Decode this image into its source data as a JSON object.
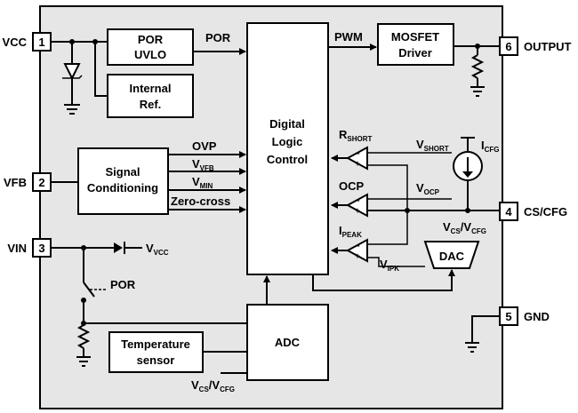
{
  "pins": {
    "p1": {
      "num": "1",
      "name": "VCC"
    },
    "p2": {
      "num": "2",
      "name": "VFB"
    },
    "p3": {
      "num": "3",
      "name": "VIN"
    },
    "p4": {
      "num": "4",
      "name": "CS/CFG"
    },
    "p5": {
      "num": "5",
      "name": "GND"
    },
    "p6": {
      "num": "6",
      "name": "OUTPUT"
    }
  },
  "blocks": {
    "por_uvlo": [
      "POR",
      "UVLO"
    ],
    "internal_ref": [
      "Internal",
      "Ref."
    ],
    "dlc": [
      "Digital",
      "Logic",
      "Control"
    ],
    "mosfet_driver": [
      "MOSFET",
      "Driver"
    ],
    "signal_conditioning": [
      "Signal",
      "Conditioning"
    ],
    "adc": "ADC",
    "temp_sensor": [
      "Temperature",
      "sensor"
    ],
    "dac": "DAC"
  },
  "signals": {
    "por": "POR",
    "pwm": "PWM",
    "ovp": "OVP",
    "vfb": {
      "main": "V",
      "sub": "VFB"
    },
    "vmin": {
      "main": "V",
      "sub": "MIN"
    },
    "zero_cross": "Zero-cross",
    "rshort": {
      "main": "R",
      "sub": "SHORT"
    },
    "vshort": {
      "main": "V",
      "sub": "SHORT"
    },
    "icfg": {
      "main": "I",
      "sub": "CFG"
    },
    "ocp": "OCP",
    "vocp": {
      "main": "V",
      "sub": "OCP"
    },
    "ipeak": {
      "main": "I",
      "sub": "PEAK"
    },
    "vcs_vcfg_right": {
      "a": "V",
      "a_sub": "CS",
      "b": "/V",
      "b_sub": "CFG"
    },
    "vipk": {
      "main": "V",
      "sub": "IPK"
    },
    "vvcc": {
      "main": "V",
      "sub": "VCC"
    },
    "por_switch": "POR",
    "vcs_vcfg_bottom": {
      "a": "V",
      "a_sub": "CS",
      "b": "/V",
      "b_sub": "CFG"
    }
  },
  "comparator_signs": {
    "minus": "−",
    "plus": "+"
  }
}
